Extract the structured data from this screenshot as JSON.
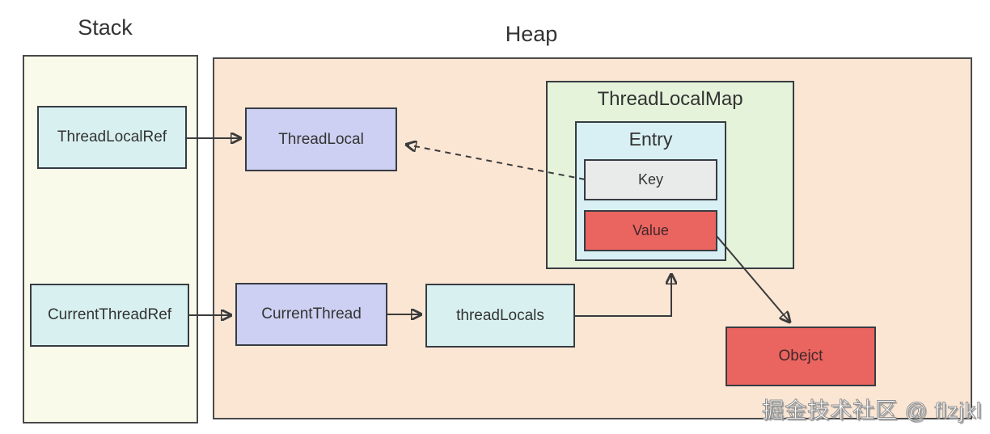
{
  "regions": {
    "stack": {
      "label": "Stack"
    },
    "heap": {
      "label": "Heap"
    }
  },
  "nodes": {
    "thread_local_ref": {
      "label": "ThreadLocalRef",
      "fill": "#D8F1F0"
    },
    "thread_local": {
      "label": "ThreadLocal",
      "fill": "#CDD0F2"
    },
    "current_thread_ref": {
      "label": "CurrentThreadRef",
      "fill": "#D8F1F0"
    },
    "current_thread": {
      "label": "CurrentThread",
      "fill": "#CDD0F2"
    },
    "thread_locals": {
      "label": "threadLocals",
      "fill": "#D8F1F0"
    },
    "thread_local_map": {
      "label": "ThreadLocalMap",
      "fill": "#E4F3DA"
    },
    "entry": {
      "label": "Entry",
      "fill": "#D8F0F4"
    },
    "key": {
      "label": "Key",
      "fill": "#E9EAEA"
    },
    "value": {
      "label": "Value",
      "fill": "#EA6560"
    },
    "object": {
      "label": "Obejct",
      "fill": "#EA6560"
    }
  },
  "edges": [
    {
      "from": "ThreadLocalRef",
      "to": "ThreadLocal",
      "style": "solid"
    },
    {
      "from": "Key",
      "to": "ThreadLocal",
      "style": "dashed"
    },
    {
      "from": "CurrentThreadRef",
      "to": "CurrentThread",
      "style": "solid"
    },
    {
      "from": "CurrentThread",
      "to": "threadLocals",
      "style": "solid"
    },
    {
      "from": "threadLocals",
      "to": "ThreadLocalMap",
      "style": "solid-elbow"
    },
    {
      "from": "Value",
      "to": "Obejct",
      "style": "solid"
    }
  ],
  "watermark": "掘金技术社区 @ flzjkl",
  "colors": {
    "stack_fill": "#FAFAEB",
    "heap_fill": "#FBE6D4",
    "cyan_node_fill": "#D8F1F0",
    "lavender_node_fill": "#CDD0F2",
    "map_fill": "#E4F3DA",
    "entry_fill": "#D8F0F4",
    "key_fill": "#E9EAEA",
    "red_fill": "#EA6560",
    "border": "#373C42",
    "arrow": "#3B3B3B",
    "text": "#333333"
  }
}
